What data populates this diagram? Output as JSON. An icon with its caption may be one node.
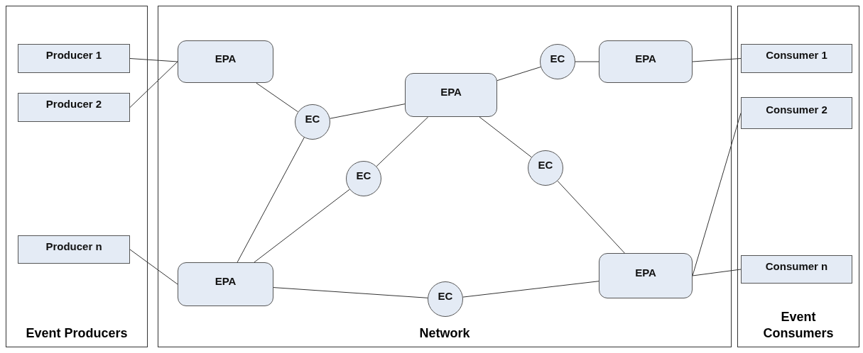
{
  "diagram": {
    "nodes": [
      {
        "text": [
          "Event Producers"
        ]
      },
      {
        "text": [
          "Producer 1"
        ],
        "in": 0
      },
      {
        "text": [
          "Producer 2"
        ],
        "in": 0
      },
      {
        "text": [
          "Producer n"
        ],
        "in": 0
      },
      {
        "text": [
          "Network"
        ]
      },
      {
        "text": [
          "EPA"
        ],
        "in": 4
      },
      {
        "text": [
          "EPA"
        ],
        "in": 4
      },
      {
        "text": [
          "EPA"
        ],
        "in": 4
      },
      {
        "text": [
          "EC"
        ],
        "in": 4
      },
      {
        "text": [
          "EC"
        ],
        "in": 4
      },
      {
        "text": [
          "EC"
        ],
        "in": 4
      },
      {
        "text": [
          "EC"
        ],
        "in": 4
      },
      {
        "text": [
          "EPA"
        ],
        "in": 4
      },
      {
        "text": [
          "EC"
        ],
        "in": 4
      },
      {
        "text": [
          "EPA"
        ],
        "in": 4
      },
      {
        "text": [
          "Event Consumers"
        ]
      },
      {
        "text": [
          "Consumer 1"
        ],
        "in": 15
      },
      {
        "text": [
          "Consumer 2"
        ],
        "in": 15
      },
      {
        "text": [
          "Consumer n"
        ],
        "in": 15
      }
    ],
    "edges": [
      {
        "from": 1,
        "to": 5,
        "arrow": "none"
      },
      {
        "from": 2,
        "to": 5,
        "arrow": "none"
      },
      {
        "from": 3,
        "to": 12,
        "arrow": "none"
      },
      {
        "from": 5,
        "to": 8,
        "arrow": "none"
      },
      {
        "from": 8,
        "to": 6,
        "arrow": "none"
      },
      {
        "from": 8,
        "to": 12,
        "arrow": "none"
      },
      {
        "from": 12,
        "to": 9,
        "arrow": "none"
      },
      {
        "from": 9,
        "to": 6,
        "arrow": "none"
      },
      {
        "from": 6,
        "to": 10,
        "arrow": "none"
      },
      {
        "from": 10,
        "to": 7,
        "arrow": "none"
      },
      {
        "from": 6,
        "to": 11,
        "arrow": "none"
      },
      {
        "from": 11,
        "to": 14,
        "arrow": "none"
      },
      {
        "from": 12,
        "to": 13,
        "arrow": "none"
      },
      {
        "from": 13,
        "to": 14,
        "arrow": "none"
      },
      {
        "from": 7,
        "to": 16,
        "arrow": "none"
      },
      {
        "from": 14,
        "to": 17,
        "arrow": "none"
      },
      {
        "from": 14,
        "to": 18,
        "arrow": "none"
      }
    ]
  }
}
